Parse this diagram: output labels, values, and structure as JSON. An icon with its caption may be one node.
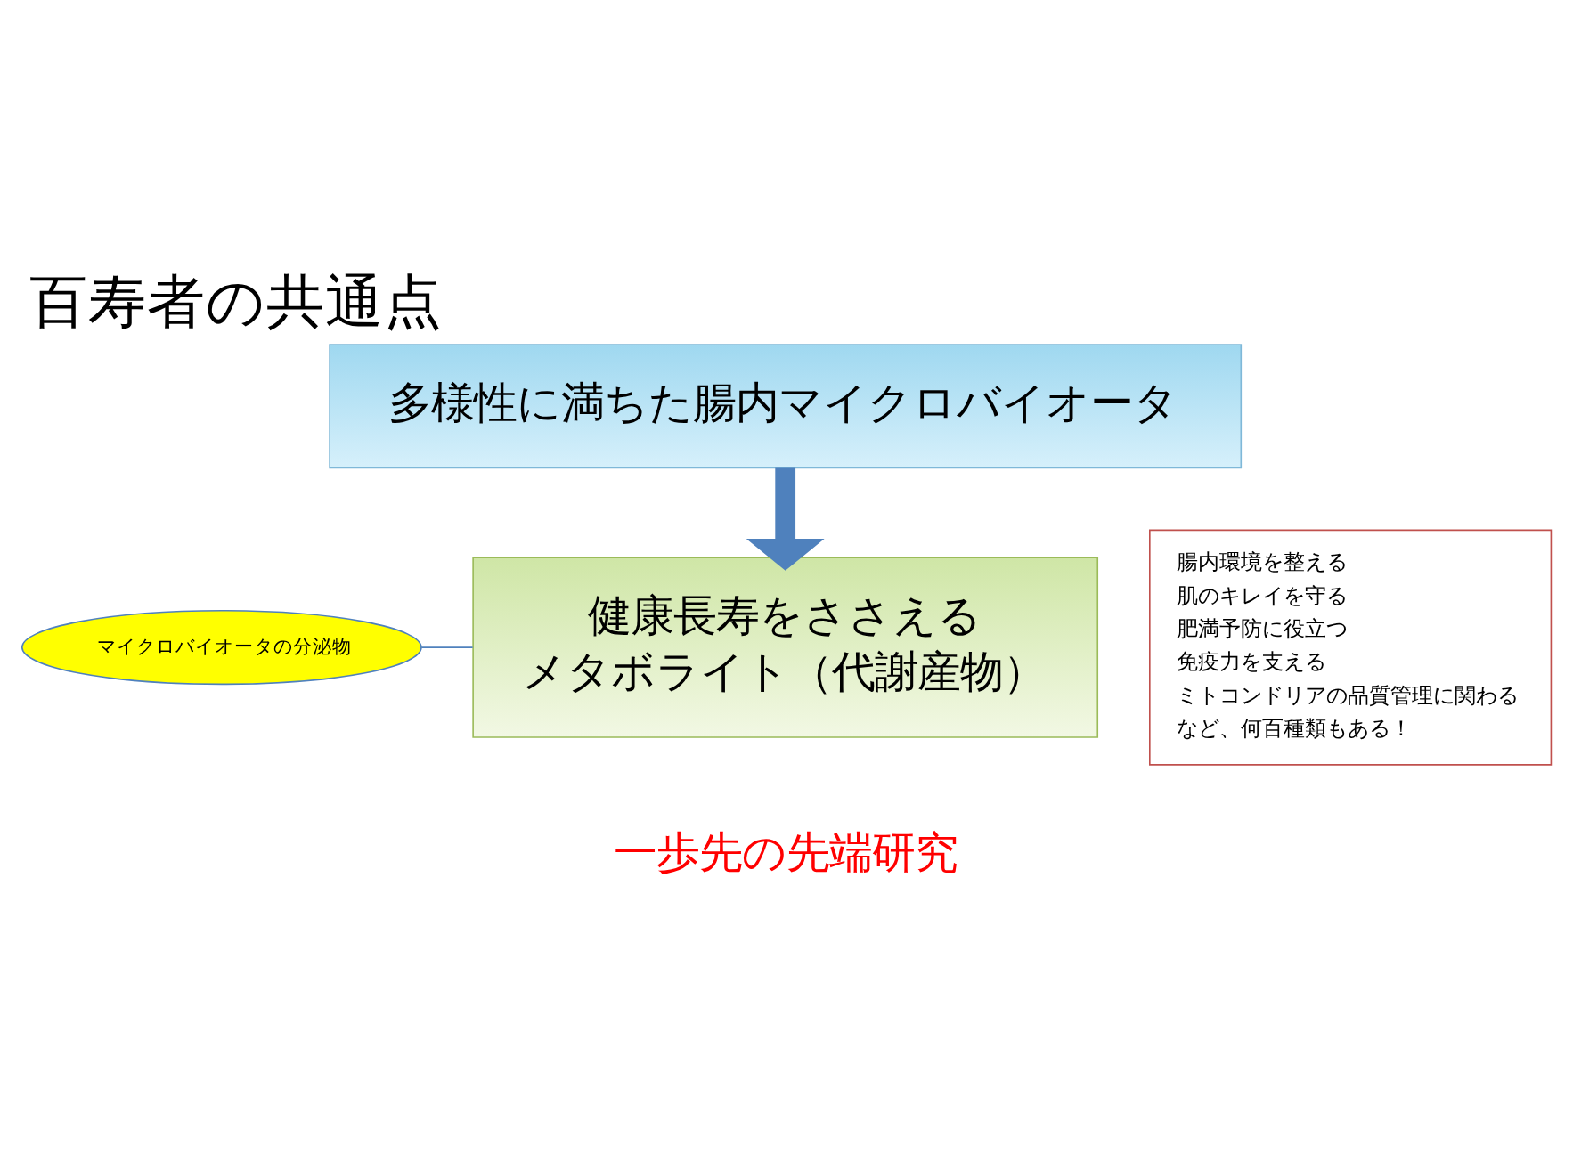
{
  "diagram": {
    "title": "百寿者の共通点",
    "nodes": [
      {
        "text": [
          "多様性に満ちた腸内マイクロバイオータ"
        ]
      },
      {
        "text": [
          "健康長寿をささえる",
          "メタボライト（代謝産物）"
        ]
      },
      {
        "text": [
          "マイクロバイオータの分泌物"
        ]
      },
      {
        "text": [
          "腸内環境を整える",
          "肌のキレイを守る",
          "肥満予防に役立つ",
          "免疫力を支える",
          "ミトコンドリアの品質管理に関わる",
          "など、何百種類もある！"
        ]
      }
    ],
    "edges": [
      {
        "from": 0,
        "to": 1,
        "arrow": "to",
        "style": "thick",
        "color": "#4f81bd"
      },
      {
        "from": 2,
        "to": 1,
        "arrow": "none",
        "color": "#4f81bd"
      }
    ],
    "labels": [
      "一歩先の先端研究"
    ]
  }
}
